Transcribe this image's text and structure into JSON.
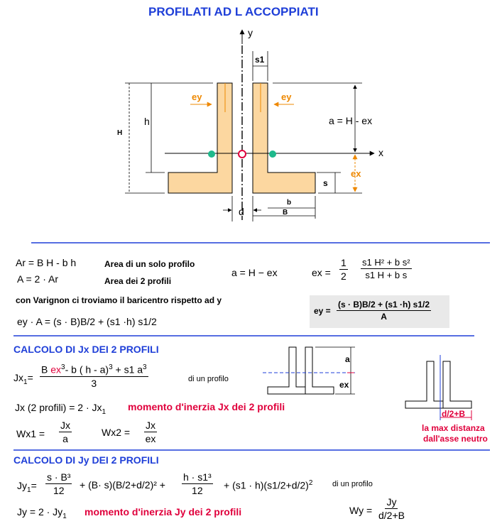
{
  "title": "PROFILATI AD L ACCOPPIATI",
  "diagram": {
    "axis_y": "y",
    "axis_x": "x",
    "s1": "s1",
    "ey_left": "ey",
    "ey_right": "ey",
    "h": "h",
    "H": "H",
    "a_eq": "a = H - ex",
    "ex": "ex",
    "s": "s",
    "d": "d",
    "b": "b",
    "B": "B",
    "colors": {
      "profile_fill": "#fcd7a0",
      "orange": "#ee8800",
      "centroid": "#1fb98c",
      "origin": "#e0003c",
      "blue": "#1f3fd8"
    }
  },
  "area": {
    "ar_formula": "Ar = B H - b h",
    "ar_desc": "Area di un solo profilo",
    "a_formula": "A = 2 · Ar",
    "a_desc": "Area dei 2 profili",
    "varignon": "con Varignon ci troviamo il baricentro rispetto ad y",
    "ey_eq": "ey · A = (s · B)B/2 + (s1 ·h) s1/2",
    "a_eq2": "a = H − ex",
    "ex_lhs": "ex =",
    "ex_coef_num": "1",
    "ex_coef_den": "2",
    "ex_num": "s1  H² + b  s²",
    "ex_den": "s1  H  + b  s",
    "ey_lhs": "ey =",
    "ey_num": "(s · B)B/2 + (s1 ·h) s1/2",
    "ey_den": "A"
  },
  "jx": {
    "heading": "CALCOLO DI Jx  DEI 2 PROFILI",
    "jx1_lhs": "Jx",
    "jx1_sub": "1",
    "jx1_num_a": "B ",
    "jx1_num_ex": "ex",
    "jx1_num_b": "3",
    "jx1_num_c": "- b  ( h - a)",
    "jx1_num_d": "3",
    "jx1_num_e": "  + s1  a",
    "jx1_num_f": "3",
    "jx1_den": "3",
    "jx1_suffix": "di un  profilo",
    "jx2_text": "Jx (2 profili) = 2 · Jx",
    "jx2_sub": "1",
    "jx2_red": "momento d'inerzia Jx dei 2 profili",
    "wx1_lhs": "Wx1  =",
    "wx1_num": "Jx",
    "wx1_den": "a",
    "wx2_lhs": "Wx2  =",
    "wx2_num": "Jx",
    "wx2_den": "ex",
    "small_a": "a",
    "small_ex": "ex",
    "dim_label": "d/2+B",
    "max_dist_1": "la max distanza",
    "max_dist_2": "dall'asse neutro"
  },
  "jy": {
    "heading": "CALCOLO DI Jy DEI 2 PROFILI",
    "jy1_lhs": "Jy",
    "jy1_sub": "1",
    "t1_num": "s · B³",
    "t1_den": "12",
    "t2": "+ (B· s)(B/2+d/2)² +",
    "t3_num": "h · s1³",
    "t3_den": "12",
    "t4": "+ (s1 · h)(s1/2+d/2)",
    "t4_sup": "2",
    "suffix": "di un  profilo",
    "jy_text": "Jy = 2 · Jy",
    "jy_sub": "1",
    "jy_red": "momento d'inerzia Jy dei 2 profili",
    "wy_lhs": "Wy =",
    "wy_num": "Jy",
    "wy_den": "d/2+B"
  }
}
